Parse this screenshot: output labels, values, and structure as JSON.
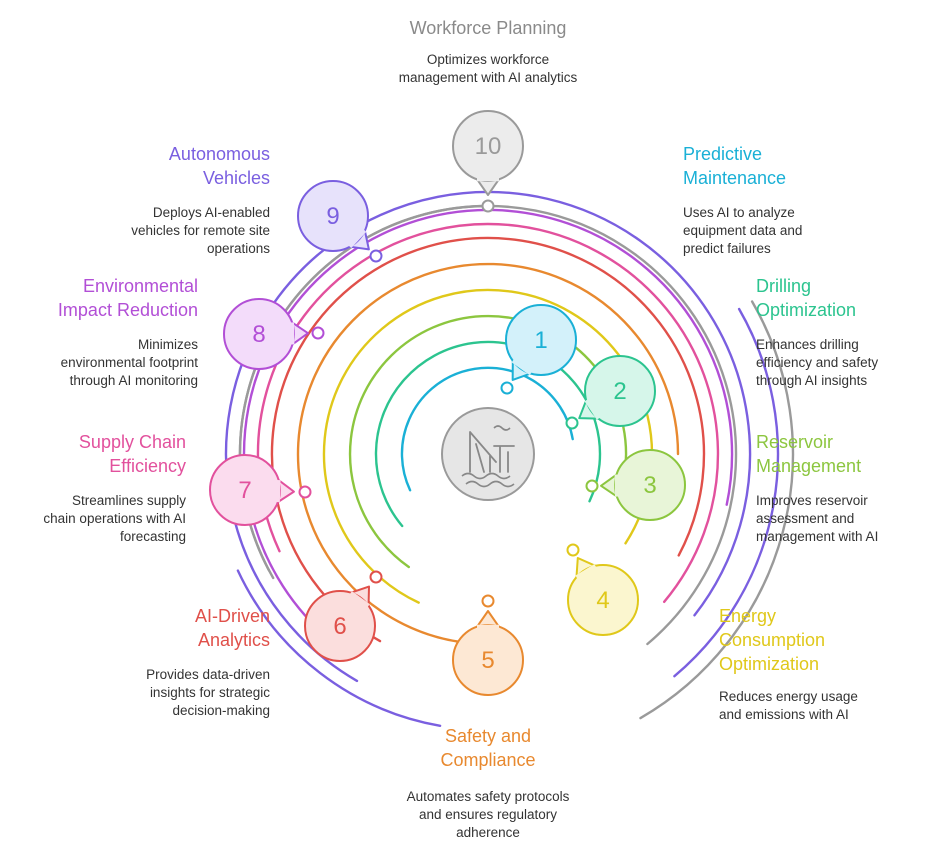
{
  "center_icon": "oil-rig-icon",
  "items": [
    {
      "number": "1",
      "color": "#1ab0d6",
      "title_lines": [
        "Predictive",
        "Maintenance"
      ],
      "description_lines": [
        "Uses AI to analyze",
        "equipment data and",
        "predict failures"
      ]
    },
    {
      "number": "2",
      "color": "#2cc48f",
      "title_lines": [
        "Drilling",
        "Optimization"
      ],
      "description_lines": [
        "Enhances drilling",
        "efficiency and safety",
        "through AI insights"
      ]
    },
    {
      "number": "3",
      "color": "#8cc63f",
      "title_lines": [
        "Reservoir",
        "Management"
      ],
      "description_lines": [
        "Improves reservoir",
        "assessment and",
        "management with AI"
      ]
    },
    {
      "number": "4",
      "color": "#e0c81a",
      "title_lines": [
        "Energy",
        "Consumption",
        "Optimization"
      ],
      "description_lines": [
        "Reduces energy usage",
        "and emissions with AI"
      ]
    },
    {
      "number": "5",
      "color": "#e8892f",
      "title_lines": [
        "Safety and",
        "Compliance"
      ],
      "description_lines": [
        "Automates safety protocols",
        "and ensures regulatory",
        "adherence"
      ]
    },
    {
      "number": "6",
      "color": "#e0504a",
      "title_lines": [
        "AI-Driven",
        "Analytics"
      ],
      "description_lines": [
        "Provides data-driven",
        "insights for strategic",
        "decision-making"
      ]
    },
    {
      "number": "7",
      "color": "#e2519d",
      "title_lines": [
        "Supply Chain",
        "Efficiency"
      ],
      "description_lines": [
        "Streamlines supply",
        "chain operations with AI",
        "forecasting"
      ]
    },
    {
      "number": "8",
      "color": "#b24fd6",
      "title_lines": [
        "Environmental",
        "Impact Reduction"
      ],
      "description_lines": [
        "Minimizes",
        "environmental footprint",
        "through AI monitoring"
      ]
    },
    {
      "number": "9",
      "color": "#7a5fe0",
      "title_lines": [
        "Autonomous",
        "Vehicles"
      ],
      "description_lines": [
        "Deploys AI-enabled",
        "vehicles for remote site",
        "operations"
      ]
    },
    {
      "number": "10",
      "color": "#9a9a9a",
      "title_lines": [
        "Workforce Planning"
      ],
      "description_lines": [
        "Optimizes workforce",
        "management with AI analytics"
      ]
    }
  ]
}
